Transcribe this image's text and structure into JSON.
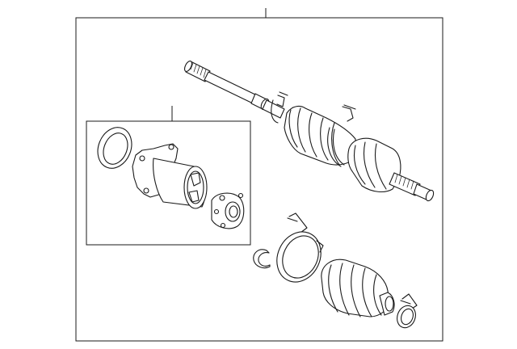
{
  "diagram": {
    "type": "exploded-parts-diagram",
    "line_color": "#1a1a1a",
    "background": "#ffffff",
    "callouts": [
      {
        "name": "main-assembly-callout"
      },
      {
        "name": "inner-joint-kit-callout"
      }
    ],
    "parts": [
      "axle-shaft",
      "inner-boot",
      "outer-boot",
      "boot-clamp",
      "snap-ring",
      "seal-ring",
      "inner-joint-housing",
      "tripod-bearing"
    ]
  }
}
